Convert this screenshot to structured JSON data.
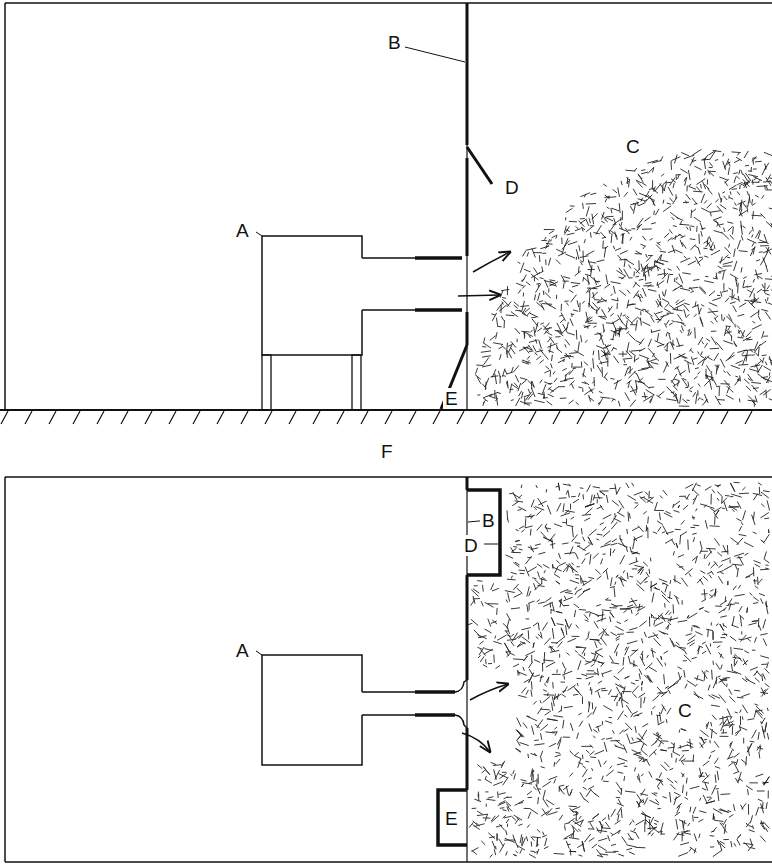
{
  "diagram": {
    "labels": [
      "B",
      "C",
      "D",
      "A",
      "E",
      "F",
      "B",
      "D",
      "A",
      "C",
      "E"
    ]
  }
}
